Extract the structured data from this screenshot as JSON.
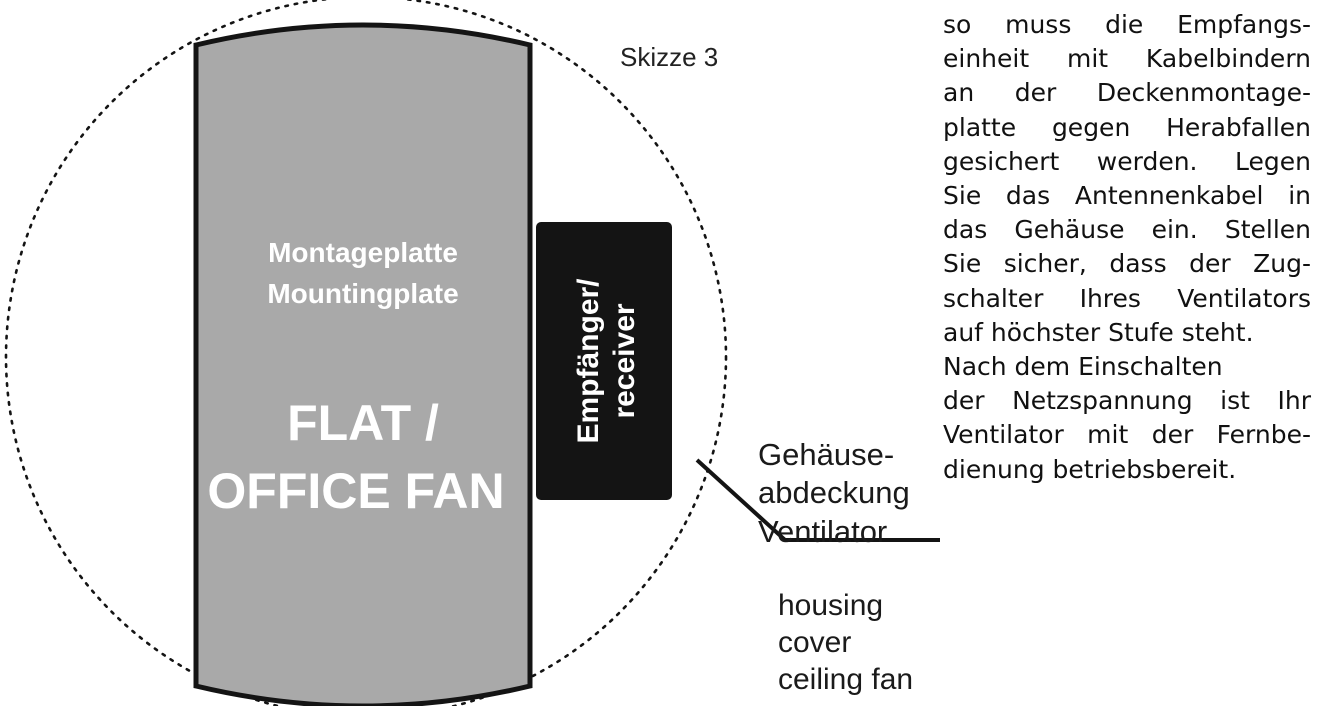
{
  "sketch_label": "Skizze 3",
  "plate": {
    "line1": "Montageplatte",
    "line2": "Mountingplate",
    "fan_line1": "FLAT /",
    "fan_line2": "OFFICE FAN"
  },
  "receiver": {
    "label_line1": "Empfänger/",
    "label_line2": "receiver"
  },
  "callout_de": {
    "line1": "Gehäuse-",
    "line2": "abdeckung",
    "line3": "Ventilator"
  },
  "callout_en": {
    "line1": "housing",
    "line2": "cover",
    "line3": "ceiling fan"
  },
  "paragraph": [
    "so muss die Empfangs-",
    "einheit mit Kabelbindern",
    "an der Deckenmontage-",
    "platte gegen Herabfallen",
    "gesichert werden. Legen",
    "Sie das Antennenkabel in",
    "das Gehäuse ein. Stellen",
    "Sie sicher, dass der Zug-",
    "schalter Ihres Ventilators",
    "auf höchster Stufe steht.",
    "Nach dem Einschalten",
    "der Netzspannung ist Ihr",
    "Ventilator mit der Fernbe-",
    "dienung betriebsbereit."
  ],
  "colors": {
    "plate_fill": "#a9a9a9",
    "receiver_fill": "#141414",
    "outline": "#141414",
    "text_white": "#ffffff"
  }
}
